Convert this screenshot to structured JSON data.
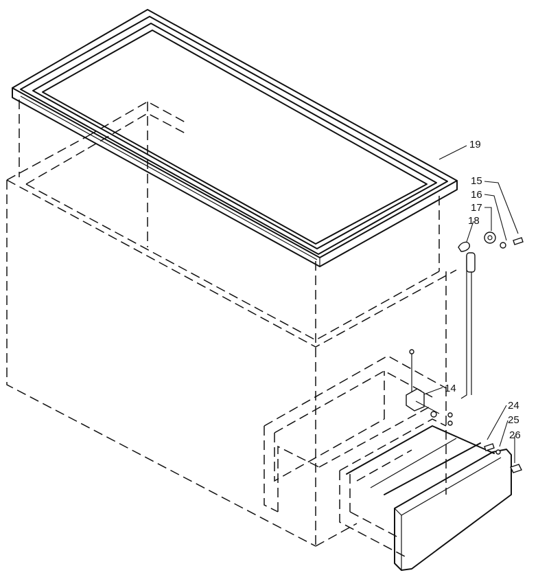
{
  "callouts": [
    {
      "id": "19",
      "label": "19"
    },
    {
      "id": "15",
      "label": "15"
    },
    {
      "id": "16",
      "label": "16"
    },
    {
      "id": "17",
      "label": "17"
    },
    {
      "id": "18",
      "label": "18"
    },
    {
      "id": "14",
      "label": "14"
    },
    {
      "id": "24",
      "label": "24"
    },
    {
      "id": "25",
      "label": "25"
    },
    {
      "id": "26",
      "label": "26"
    }
  ]
}
